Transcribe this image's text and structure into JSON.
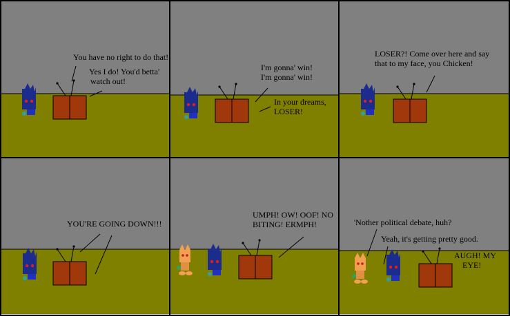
{
  "colors": {
    "sky": "#808080",
    "ground": "#808000",
    "tv": "#a0380c",
    "border": "#000000",
    "blue_character": "#1c2c8c",
    "orange_character": "#f0a050"
  },
  "panels": [
    {
      "lines": [
        "You have no right to do that!",
        "Yes I do! You'd betta'",
        "watch out!"
      ]
    },
    {
      "lines": [
        "I'm gonna' win!",
        "I'm gonna' win!",
        "In your dreams,",
        "LOSER!"
      ]
    },
    {
      "lines": [
        "LOSER?! Come over here and say",
        "that to my face, you Chicken!"
      ]
    },
    {
      "lines": [
        "YOU'RE GOING DOWN!!!"
      ]
    },
    {
      "lines": [
        "UMPH! OW! OOF! NO",
        "BITING! ERMPH!"
      ]
    },
    {
      "lines": [
        "'Nother political debate, huh?",
        "Yeah, it's getting pretty good.",
        "AUGH! MY",
        "EYE!"
      ]
    }
  ]
}
